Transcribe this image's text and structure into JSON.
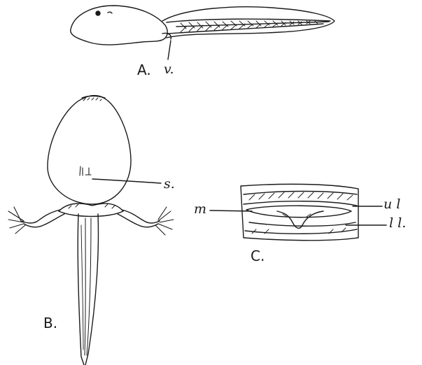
{
  "panels": {
    "A": {
      "letter": "A.",
      "label_v": "v."
    },
    "B": {
      "letter": "B.",
      "label_s": "s."
    },
    "C": {
      "letter": "C.",
      "label_m": "m",
      "label_ul": "u l",
      "label_ll": "l l."
    }
  },
  "colors": {
    "ink": "#1a1a1a",
    "paper": "#ffffff"
  }
}
